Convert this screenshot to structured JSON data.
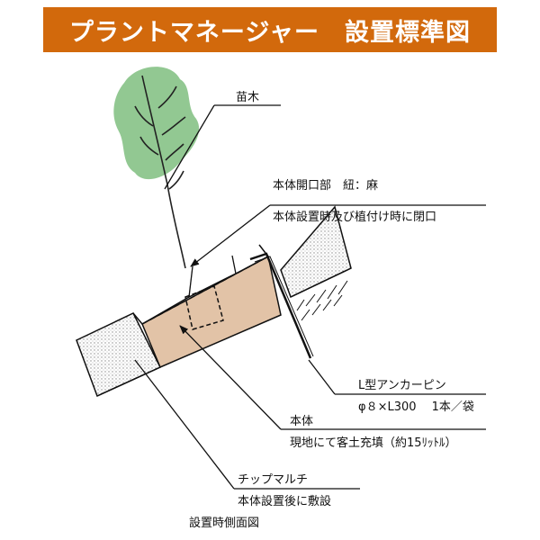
{
  "title": "プラントマネージャー　設置標準図",
  "colors": {
    "banner": "#d2690c",
    "leaf": "#7fbe7f",
    "soil_fill": "#e2c3a7",
    "mulch_fill": "#d9d9d9",
    "ink": "#111111"
  },
  "labels": {
    "seedling": "苗木",
    "opening_line1": "本体開口部　紐：麻",
    "opening_line2": "本体設置時及び植付け時に閉口",
    "anchor_line1": "L型アンカーピン",
    "anchor_line2": "φ８×L300　 1本／袋",
    "body_line1": "本体",
    "body_line2": "現地にて客土充填（約15ﾘｯﾄﾙ）",
    "mulch_line1": "チップマルチ",
    "mulch_line2": "本体設置後に敷設"
  },
  "caption": "設置時側面図"
}
